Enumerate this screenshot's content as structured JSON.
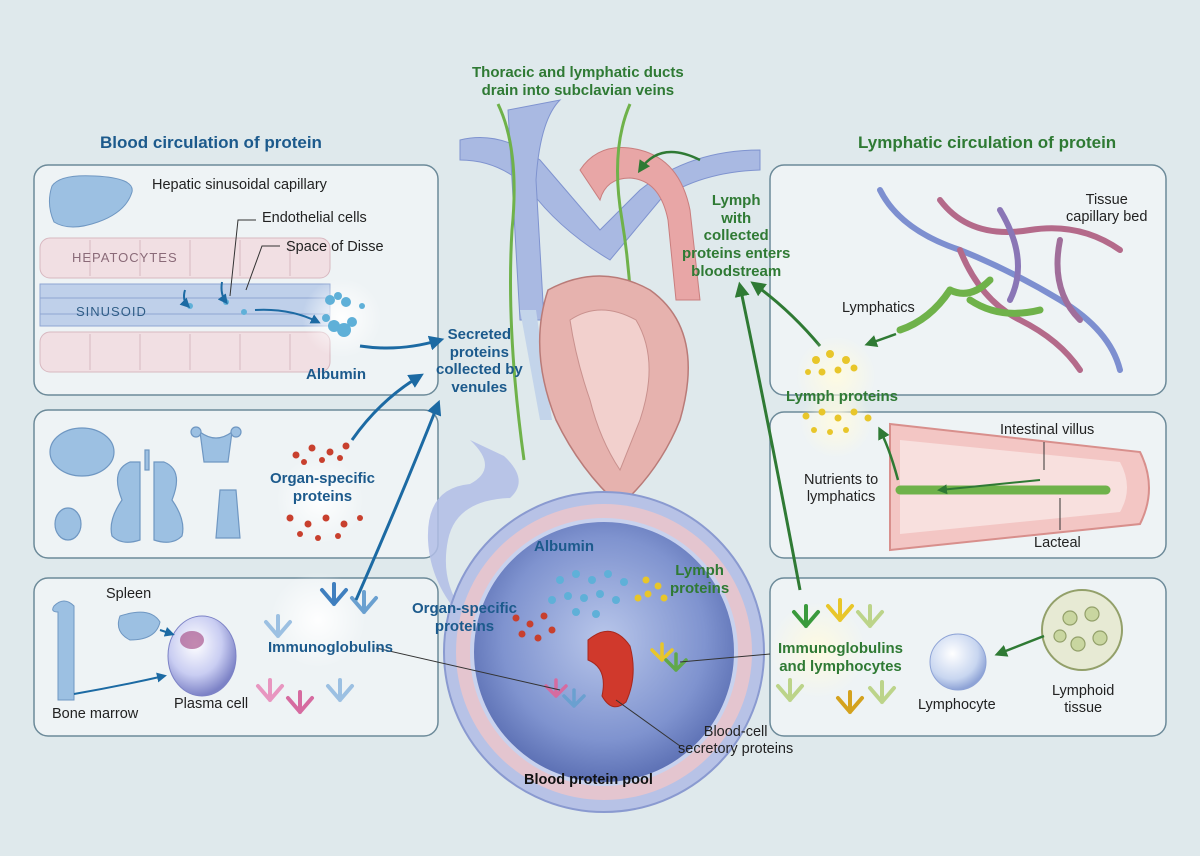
{
  "colors": {
    "background": "#dfe9ec",
    "blood_blue": "#1c5a8c",
    "lymph_green": "#2f7a34",
    "organ_blue": "#9cc0e2",
    "vessel_pink": "#e8a6a6",
    "lymph_yellow": "#e8c62a",
    "protein_red": "#c8402e"
  },
  "headings": {
    "blood": "Blood circulation of protein",
    "lymph": "Lymphatic circulation of protein",
    "ducts_line1": "Thoracic and lymphatic ducts",
    "ducts_line2": "drain into subclavian veins",
    "pool": "Blood protein pool"
  },
  "liver_panel": {
    "hepatic": "Hepatic sinusoidal capillary",
    "endothelial": "Endothelial cells",
    "disse": "Space of Disse",
    "hepatocytes": "HEPATOCYTES",
    "sinusoid": "SINUSOID",
    "albumin": "Albumin"
  },
  "organ_panel": {
    "line1": "Organ-specific",
    "line2": "proteins"
  },
  "immune_panel": {
    "spleen": "Spleen",
    "bone_marrow": "Bone marrow",
    "plasma_cell": "Plasma cell",
    "immunoglobulins": "Immunoglobulins"
  },
  "center": {
    "secreted": [
      "Secreted",
      "proteins",
      "collected by",
      "venules"
    ],
    "lymph_enters": [
      "Lymph",
      "with",
      "collected",
      "proteins enters",
      "bloodstream"
    ],
    "pool_albumin": "Albumin",
    "pool_lymph": [
      "Lymph",
      "proteins"
    ],
    "pool_organ": [
      "Organ-specific",
      "proteins"
    ],
    "blood_cell": [
      "Blood-cell",
      "secretory proteins"
    ]
  },
  "lymph_panels": {
    "tissue": [
      "Tissue",
      "capillary bed"
    ],
    "lymphatics": "Lymphatics",
    "lymph_proteins": "Lymph proteins",
    "villus": "Intestinal villus",
    "nutrients": [
      "Nutrients to",
      "lymphatics"
    ],
    "lacteal": "Lacteal",
    "ig_lymph": [
      "Immunoglobulins",
      "and lymphocytes"
    ],
    "lymphocyte": "Lymphocyte",
    "lymphoid": [
      "Lymphoid",
      "tissue"
    ]
  }
}
